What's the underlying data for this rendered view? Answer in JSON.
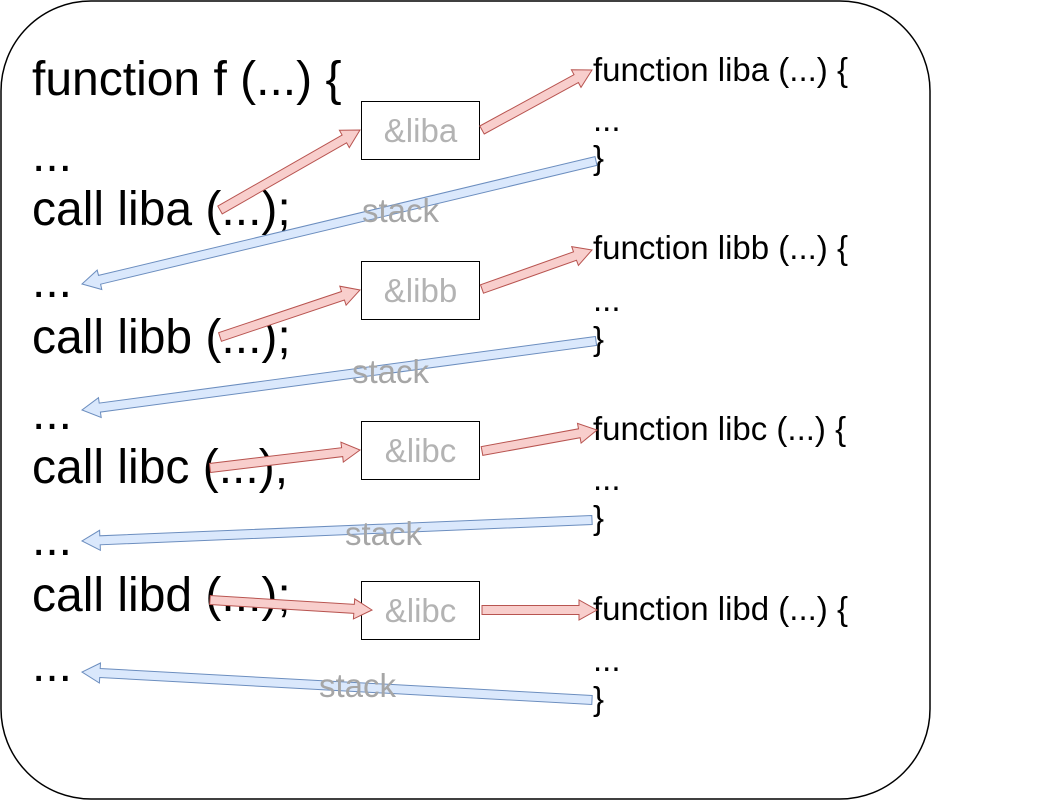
{
  "caller": {
    "lines": [
      "function f (...) {",
      "...",
      "call liba (...);",
      "...",
      "call libb (...);",
      "...",
      "call libc (...);",
      "...",
      "call libd (...);",
      "..."
    ]
  },
  "libraries": [
    {
      "lines": [
        "function liba (...) {",
        "...",
        "}"
      ]
    },
    {
      "lines": [
        "function libb (...) {",
        "...",
        "}"
      ]
    },
    {
      "lines": [
        "function libc (...) {",
        "...",
        "}"
      ]
    },
    {
      "lines": [
        "function libd (...) {",
        "...",
        "}"
      ]
    }
  ],
  "pointers": [
    "&liba",
    "&libb",
    "&libc",
    "&libc"
  ],
  "stack_labels": [
    "stack",
    "stack",
    "stack",
    "stack"
  ],
  "colors": {
    "call_arrow_fill": "#f8cecc",
    "call_arrow_stroke": "#b85450",
    "return_arrow_fill": "#dae8fc",
    "return_arrow_stroke": "#6c8ebf",
    "frame_stroke": "#000000",
    "label_gray": "#a6a6a6"
  }
}
